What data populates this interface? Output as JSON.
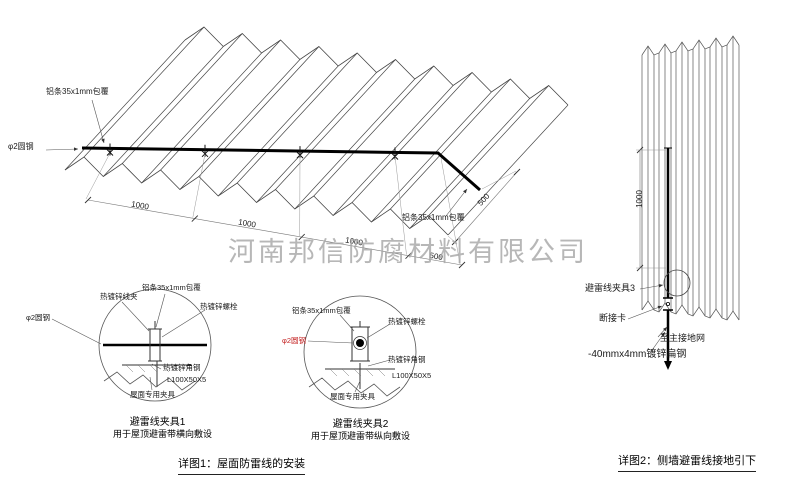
{
  "watermark": "河南邦信防腐材料有限公司",
  "main": {
    "label_strip_top": "铝条35x1mm包覆",
    "label_round_steel": "φ2圆钢",
    "label_strip_right": "铝条35x1mm包覆",
    "dim_1": "1000",
    "dim_2": "1000",
    "dim_3": "1000",
    "dim_4": "500",
    "dim_5": "500",
    "caption": "详图1：屋面防雷线的安装"
  },
  "detail1": {
    "label_wire_clip": "热镀锌线夹",
    "label_strip": "铝条35x1mm包覆",
    "label_bolt": "热镀锌螺栓",
    "label_round_steel": "φ2圆钢",
    "label_angle_steel": "热镀锌角钢",
    "label_angle_spec": "L100X50X5",
    "label_roof_clamp": "屋面专用夹具",
    "title": "避雷线夹具1",
    "subtitle": "用于屋顶避雷带横向敷设"
  },
  "detail2": {
    "label_strip": "铝条35x1mm包覆",
    "label_bolt": "热镀锌螺栓",
    "label_round_steel": "φ2圆钢",
    "label_angle_steel": "热镀锌角钢",
    "label_angle_spec": "L100X50X5",
    "label_roof_clamp": "屋面专用夹具",
    "title": "避雷线夹具2",
    "subtitle": "用于屋顶避雷带纵向敷设"
  },
  "wall": {
    "dim_height": "1000",
    "label_clamp3": "避雷线夹具3",
    "label_disconnect": "断接卡",
    "label_to_ground": "至主接地网",
    "label_flat_steel": "-40mmx4mm镀锌扁钢",
    "caption": "详图2：侧墙避雷线接地引下"
  },
  "colors": {
    "line": "#444444",
    "wire": "#000000",
    "red_label": "#c42222",
    "watermark": "#a6a6a6"
  }
}
